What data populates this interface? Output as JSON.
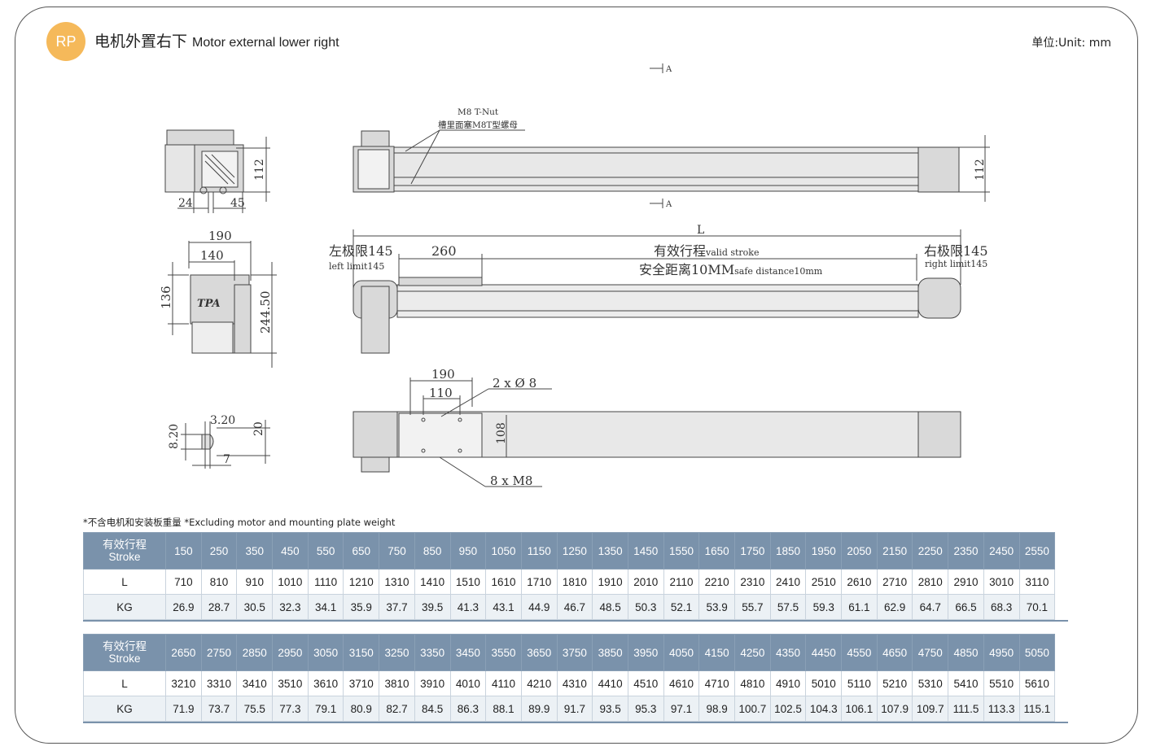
{
  "header": {
    "badge": "RP",
    "title_cn": "电机外置右下",
    "title_en": "Motor external lower right",
    "unit": "单位:Unit: mm"
  },
  "drawing": {
    "section_marker": "A",
    "tnut_label_en": "M8 T-Nut",
    "tnut_label_cn": "槽里面塞M8T型螺母",
    "dim_112_left": "112",
    "dim_112_right": "112",
    "dim_24": "24",
    "dim_45": "45",
    "dim_190_top": "190",
    "dim_140": "140",
    "dim_136": "136",
    "dim_244": "244.50",
    "dim_L": "L",
    "left_limit_cn": "左极限145",
    "left_limit_en": "left limit145",
    "dim_260": "260",
    "stroke_cn": "有效行程",
    "stroke_en": "valid stroke",
    "safe_cn": "安全距离10MM",
    "safe_en": "safe distance10mm",
    "right_limit_cn": "右极限145",
    "right_limit_en": "right limit145",
    "dim_190_bottom": "190",
    "dim_110": "110",
    "holes": "2 x Ø 8",
    "dim_108": "108",
    "screws": "8 x M8",
    "dim_3_20": "3.20",
    "dim_8_20": "8.20",
    "dim_20": "20",
    "dim_7": "7",
    "logo": "TPA"
  },
  "note": "*不含电机和安装板重量  *Excluding motor and mounting plate weight",
  "tables": [
    {
      "stroke_cn": "有效行程",
      "stroke_en": "Stroke",
      "row_L": "L",
      "row_KG": "KG",
      "stroke": [
        "150",
        "250",
        "350",
        "450",
        "550",
        "650",
        "750",
        "850",
        "950",
        "1050",
        "1150",
        "1250",
        "1350",
        "1450",
        "1550",
        "1650",
        "1750",
        "1850",
        "1950",
        "2050",
        "2150",
        "2250",
        "2350",
        "2450",
        "2550"
      ],
      "L": [
        "710",
        "810",
        "910",
        "1010",
        "1110",
        "1210",
        "1310",
        "1410",
        "1510",
        "1610",
        "1710",
        "1810",
        "1910",
        "2010",
        "2110",
        "2210",
        "2310",
        "2410",
        "2510",
        "2610",
        "2710",
        "2810",
        "2910",
        "3010",
        "3110"
      ],
      "KG": [
        "26.9",
        "28.7",
        "30.5",
        "32.3",
        "34.1",
        "35.9",
        "37.7",
        "39.5",
        "41.3",
        "43.1",
        "44.9",
        "46.7",
        "48.5",
        "50.3",
        "52.1",
        "53.9",
        "55.7",
        "57.5",
        "59.3",
        "61.1",
        "62.9",
        "64.7",
        "66.5",
        "68.3",
        "70.1"
      ]
    },
    {
      "stroke_cn": "有效行程",
      "stroke_en": "Stroke",
      "row_L": "L",
      "row_KG": "KG",
      "stroke": [
        "2650",
        "2750",
        "2850",
        "2950",
        "3050",
        "3150",
        "3250",
        "3350",
        "3450",
        "3550",
        "3650",
        "3750",
        "3850",
        "3950",
        "4050",
        "4150",
        "4250",
        "4350",
        "4450",
        "4550",
        "4650",
        "4750",
        "4850",
        "4950",
        "5050"
      ],
      "L": [
        "3210",
        "3310",
        "3410",
        "3510",
        "3610",
        "3710",
        "3810",
        "3910",
        "4010",
        "4110",
        "4210",
        "4310",
        "4410",
        "4510",
        "4610",
        "4710",
        "4810",
        "4910",
        "5010",
        "5110",
        "5210",
        "5310",
        "5410",
        "5510",
        "5610"
      ],
      "KG": [
        "71.9",
        "73.7",
        "75.5",
        "77.3",
        "79.1",
        "80.9",
        "82.7",
        "84.5",
        "86.3",
        "88.1",
        "89.9",
        "91.7",
        "93.5",
        "95.3",
        "97.1",
        "98.9",
        "100.7",
        "102.5",
        "104.3",
        "106.1",
        "107.9",
        "109.7",
        "111.5",
        "113.3",
        "115.1"
      ]
    }
  ],
  "colors": {
    "badge": "#f5b95a",
    "table_header": "#7a92ab",
    "table_alt_row": "#ecf1f5",
    "part_fill": "#d9d9d9"
  }
}
